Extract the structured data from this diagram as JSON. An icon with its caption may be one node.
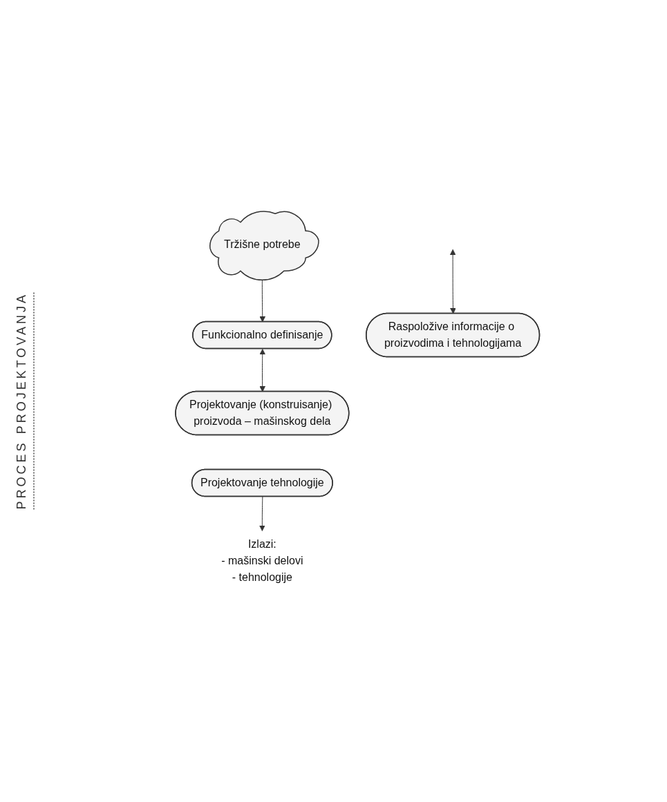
{
  "diagram": {
    "nodes": [
      {
        "text": [
          "Tržišne potrebe"
        ]
      },
      {
        "text": [
          "Funkcionalno definisanje"
        ]
      },
      {
        "text": [
          "Projektovanje (konstruisanje) proizvoda – mašinskog dela"
        ]
      },
      {
        "text": [
          "Projektovanje tehnologije"
        ]
      },
      {
        "text": [
          "Raspoložive informacije o proizvodima i tehnologijama"
        ]
      },
      {
        "text": [
          "Izlazi:",
          "- mašinski delovi",
          "- tehnologije"
        ]
      }
    ],
    "edges": [
      {
        "from": 0,
        "to": 1,
        "arrow": "to"
      },
      {
        "from": 1,
        "to": 2,
        "arrow": "both"
      },
      {
        "from": null,
        "to": 4,
        "arrow": "both"
      },
      {
        "from": 3,
        "to": 5,
        "arrow": "to"
      }
    ],
    "labels": [
      "PROCES PROJEKTOVANJA"
    ]
  }
}
